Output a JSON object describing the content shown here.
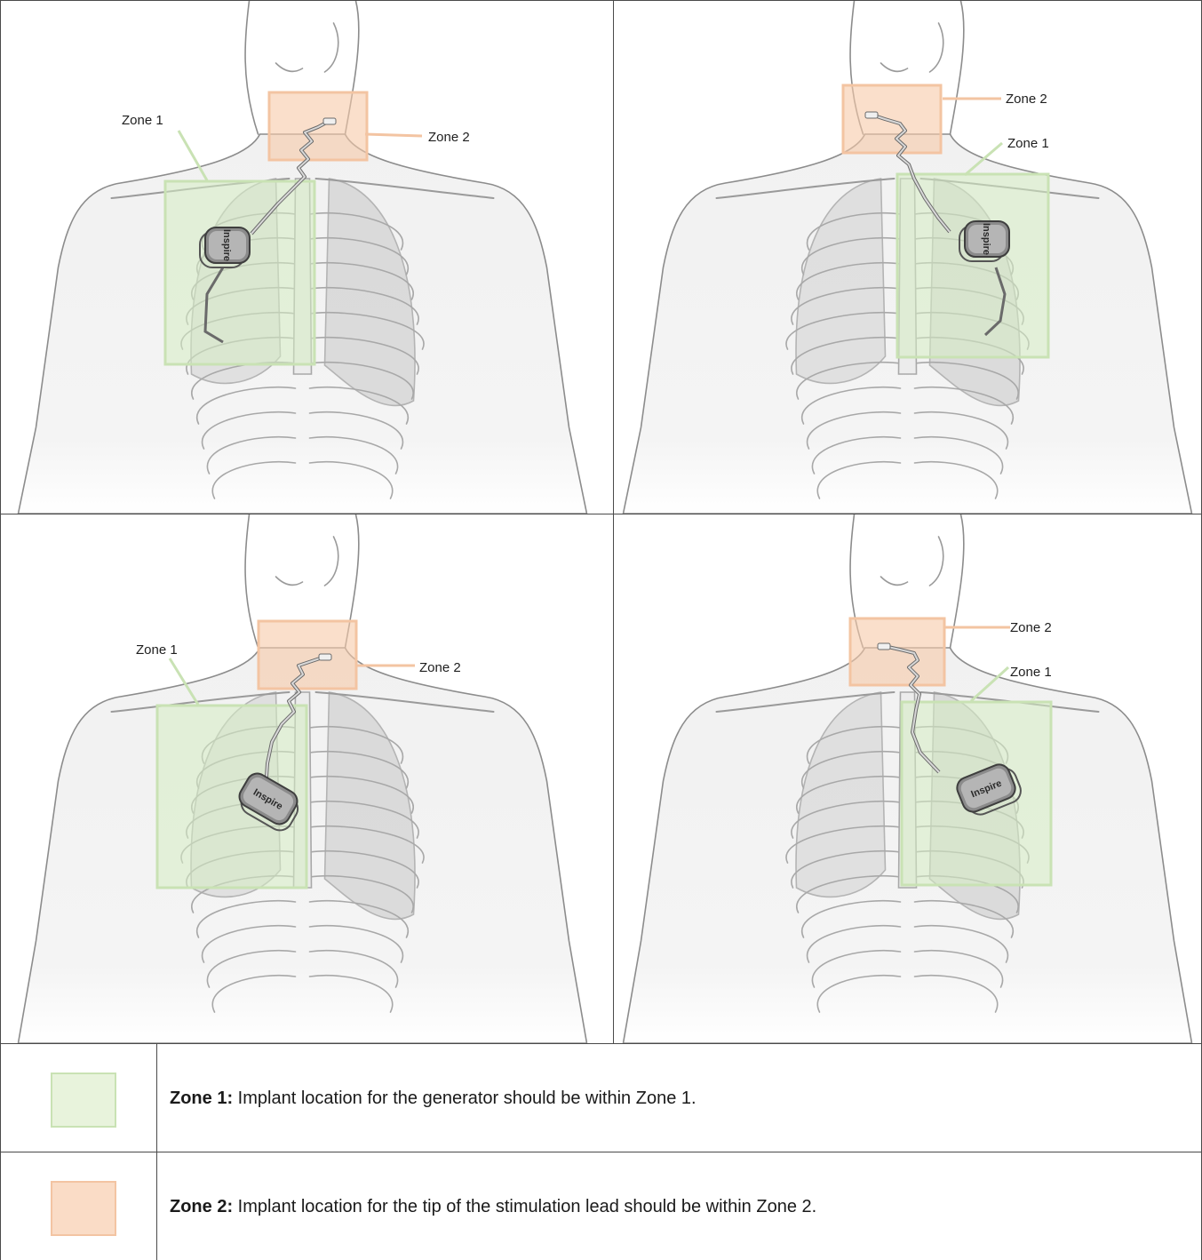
{
  "panels": [
    {
      "zone1_label": "Zone 1",
      "zone2_label": "Zone 2",
      "brand": "Inspire"
    },
    {
      "zone1_label": "Zone 1",
      "zone2_label": "Zone 2",
      "brand": "Inspire"
    },
    {
      "zone1_label": "Zone 1",
      "zone2_label": "Zone 2",
      "brand": "Inspire"
    },
    {
      "zone1_label": "Zone 1",
      "zone2_label": "Zone 2",
      "brand": "Inspire"
    }
  ],
  "legend": [
    {
      "term": "Zone 1:",
      "desc": " Implant location for the generator should be within Zone 1.",
      "color": "#e8f3dc"
    },
    {
      "term": "Zone 2:",
      "desc": " Implant location for the tip of the stimulation lead should be within Zone 2.",
      "color": "#fadcc6"
    }
  ],
  "colors": {
    "zone1": "#c9e2b4",
    "zone2": "#f3c4a2",
    "grid": "#4a4a4a"
  }
}
